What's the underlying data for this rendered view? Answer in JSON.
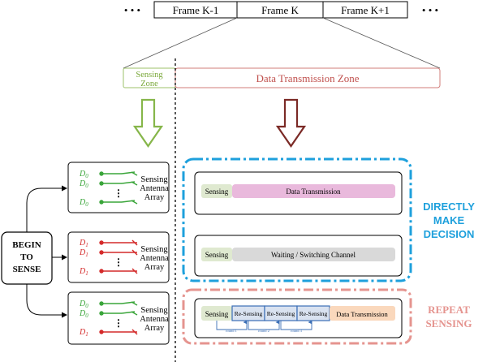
{
  "frames": {
    "ellipsis_left": "• • •",
    "ellipsis_right": "• • •",
    "prev_label": "Frame K-1",
    "curr_label": "Frame K",
    "next_label": "Frame K+1"
  },
  "zones": {
    "sensing_line1": "Sensing",
    "sensing_line2": "Zone",
    "data": "Data Transmission Zone"
  },
  "begin": {
    "line1": "BEGIN",
    "line2": "TO",
    "line3": "SENSE"
  },
  "antenna_array": {
    "label_line1": "Sensing",
    "label_line2": "Antenna",
    "label_line3": "Array",
    "dots": "⋮",
    "d0": "D",
    "d0_sub": "0",
    "d1": "D",
    "d1_sub": "1"
  },
  "timelines": {
    "row1": {
      "sensing": "Sensing",
      "main": "Data Transmission"
    },
    "row2": {
      "sensing": "Sensing",
      "main": "Waiting / Switching Channel"
    },
    "row3": {
      "sensing": "Sensing",
      "resense": "Re-Sensing",
      "main": "Data Transmission",
      "round1": "round 1",
      "round2": "round 2",
      "round3": "round 3"
    }
  },
  "decisions": {
    "direct_line1": "DIRECTLY",
    "direct_line2": "MAKE",
    "direct_line3": "DECISION",
    "repeat_line1": "REPEAT",
    "repeat_line2": "SENSING"
  },
  "colors": {
    "green": "#3aa53a",
    "red": "#d42a2a",
    "sensing_zone_green": "#7aa83a",
    "data_zone_red": "#c0504d",
    "dark_red_arrow": "#7b2a26",
    "blue_dash": "#1ea0dc",
    "pink_dash": "#e5948f",
    "data_tx_fill": "#e9b9dc",
    "sensing_fill": "#dfe9d0",
    "wait_fill": "#d9d9d9",
    "resense_fill": "#d9e2f0",
    "resense_border": "#3b6fb6",
    "orange_fill": "#fad8bc"
  }
}
